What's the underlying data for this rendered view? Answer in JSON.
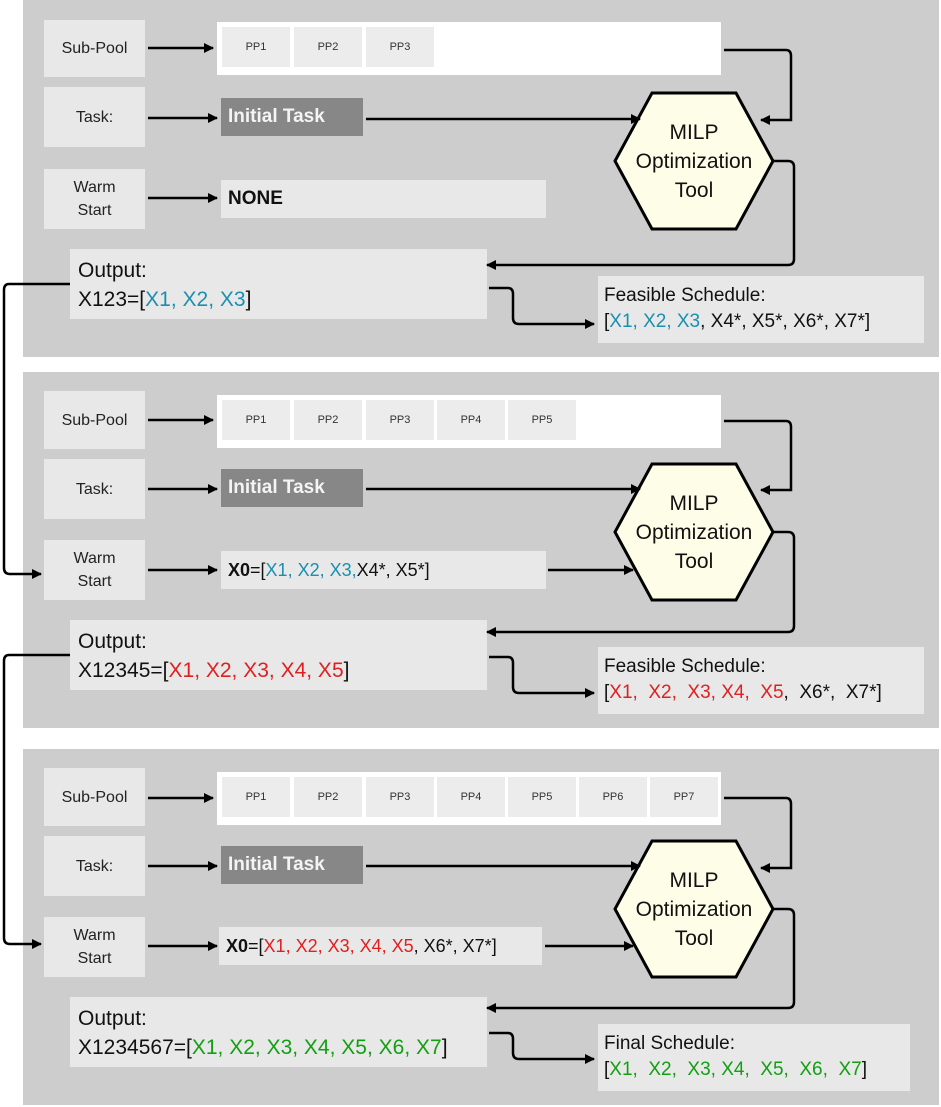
{
  "labels": {
    "sub_pool": "Sub-Pool",
    "task": "Task:",
    "warm_start_line1": "Warm",
    "warm_start_line2": "Start",
    "initial_task": "Initial Task",
    "milp_line1": "MILP",
    "milp_line2": "Optimization",
    "milp_line3": "Tool",
    "output": "Output:",
    "feasible_schedule": "Feasible Schedule:",
    "final_schedule": "Final Schedule:"
  },
  "panel1": {
    "pool": [
      "PP1",
      "PP2",
      "PP3"
    ],
    "warm_start": "NONE",
    "output_name": "X123=[",
    "output_vals": "X1, X2, X3",
    "output_end": "]",
    "schedule_open": "[",
    "schedule_colored": "X1, X2, X3",
    "schedule_rest": ", X4*, X5*, X6*, X7*]"
  },
  "panel2": {
    "pool": [
      "PP1",
      "PP2",
      "PP3",
      "PP4",
      "PP5"
    ],
    "ws_name": "X0",
    "ws_open": "=[",
    "ws_colored": "X1, X2, X3,",
    "ws_rest": " X4*, X5*]",
    "output_name": "X12345=[",
    "output_vals": "X1, X2, X3, X4, X5",
    "output_end": "]",
    "schedule_open": "[",
    "schedule_colored": "X1,  X2,  X3, X4,  X5",
    "schedule_rest": ",  X6*,  X7*]"
  },
  "panel3": {
    "pool": [
      "PP1",
      "PP2",
      "PP3",
      "PP4",
      "PP5",
      "PP6",
      "PP7"
    ],
    "ws_name": "X0",
    "ws_open": "=[",
    "ws_colored": "X1, X2, X3, X4, X5",
    "ws_rest": ", X6*, X7*]",
    "output_name": "X1234567=[",
    "output_vals": "X1, X2, X3, X4, X5, X6, X7",
    "output_end": "]",
    "schedule_open": "[",
    "schedule_colored": "X1,  X2,  X3, X4,  X5,  X6,  X7",
    "schedule_rest": "]"
  },
  "colors": {
    "panel_bg": "#cdcdcd",
    "box_bg": "#e8e8e8",
    "task_bg": "#878787",
    "hexagon_fill": "#fdfde8",
    "blue": "#1a8fb0",
    "red": "#e02020",
    "green": "#12a012"
  }
}
